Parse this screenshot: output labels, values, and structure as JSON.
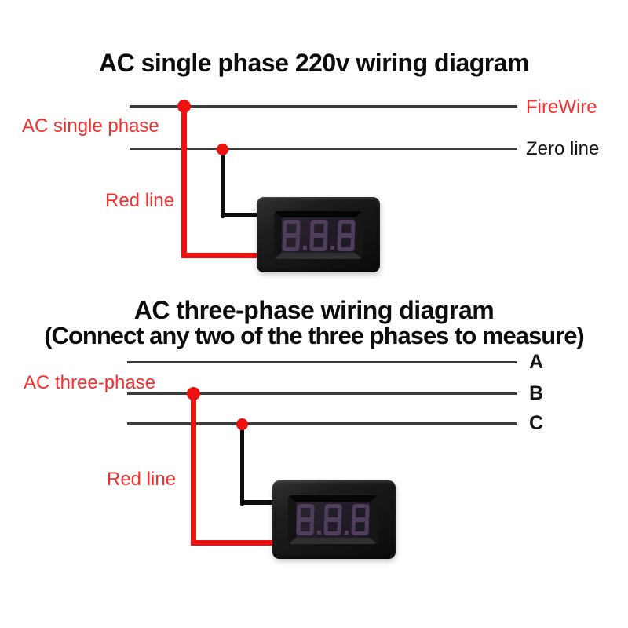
{
  "colors": {
    "accent_red": "#ee1111",
    "red_text": "#f23030",
    "bus_line": "#3c3c3c",
    "black_wire": "#0d0d0d",
    "meter_body": "#1a1a1a",
    "display_background": "#211c27",
    "segment_color": "#4e3e5c"
  },
  "diagram1": {
    "title": "AC single phase 220v wiring diagram",
    "source_label": "AC single phase",
    "red_wire_label": "Red line",
    "line_labels": {
      "fire": "FireWire",
      "zero": "Zero line"
    },
    "meter": {
      "display_digits": "888"
    }
  },
  "diagram2": {
    "title": "AC three-phase wiring diagram",
    "subtitle": "(Connect any two of the three phases to measure)",
    "source_label": "AC three-phase",
    "red_wire_label": "Red line",
    "line_labels": {
      "a": "A",
      "b": "B",
      "c": "C"
    },
    "meter": {
      "display_digits": "888"
    }
  }
}
